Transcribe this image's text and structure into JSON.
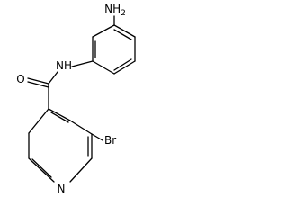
{
  "labels": {
    "amine": "NH2",
    "amide_nh": "NH",
    "carbonyl_o": "O",
    "pyridine_n": "N",
    "bromo": "Br"
  },
  "colors": {
    "bond": "#000000",
    "text": "#000000",
    "background": "#ffffff"
  }
}
